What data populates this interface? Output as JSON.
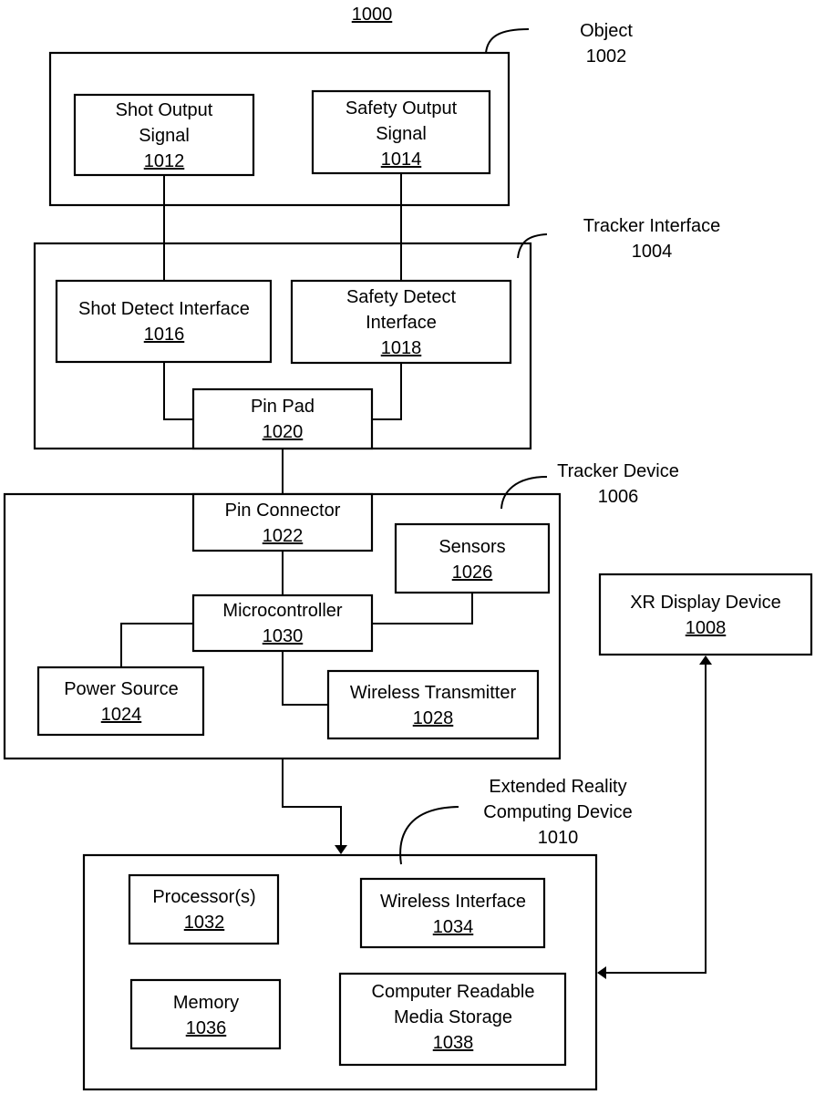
{
  "figure": {
    "number": "1000"
  },
  "containers": {
    "object": {
      "label": "Object",
      "number": "1002"
    },
    "tracker_interface": {
      "label": "Tracker Interface",
      "number": "1004"
    },
    "tracker_device": {
      "label": "Tracker Device",
      "number": "1006"
    },
    "xr_computing_device": {
      "label_line1": "Extended Reality",
      "label_line2": "Computing Device",
      "number": "1010"
    }
  },
  "blocks": {
    "shot_output_signal": {
      "line1": "Shot Output",
      "line2": "Signal",
      "number": "1012"
    },
    "safety_output_signal": {
      "line1": "Safety Output",
      "line2": "Signal",
      "number": "1014"
    },
    "shot_detect_interface": {
      "line1": "Shot Detect Interface",
      "number": "1016"
    },
    "safety_detect_interface": {
      "line1": "Safety Detect",
      "line2": "Interface",
      "number": "1018"
    },
    "pin_pad": {
      "line1": "Pin Pad",
      "number": "1020"
    },
    "pin_connector": {
      "line1": "Pin Connector",
      "number": "1022"
    },
    "power_source": {
      "line1": "Power Source",
      "number": "1024"
    },
    "sensors": {
      "line1": "Sensors",
      "number": "1026"
    },
    "wireless_transmitter": {
      "line1": "Wireless Transmitter",
      "number": "1028"
    },
    "microcontroller": {
      "line1": "Microcontroller",
      "number": "1030"
    },
    "xr_display_device": {
      "line1": "XR Display Device",
      "number": "1008"
    },
    "processors": {
      "line1": "Processor(s)",
      "number": "1032"
    },
    "wireless_interface": {
      "line1": "Wireless Interface",
      "number": "1034"
    },
    "memory": {
      "line1": "Memory",
      "number": "1036"
    },
    "crm_storage": {
      "line1": "Computer Readable",
      "line2": "Media Storage",
      "number": "1038"
    }
  },
  "connections": [
    {
      "from": "shot_output_signal",
      "to": "shot_detect_interface",
      "arrow": "none"
    },
    {
      "from": "safety_output_signal",
      "to": "safety_detect_interface",
      "arrow": "none"
    },
    {
      "from": "shot_detect_interface",
      "to": "pin_pad",
      "arrow": "none"
    },
    {
      "from": "safety_detect_interface",
      "to": "pin_pad",
      "arrow": "none"
    },
    {
      "from": "pin_pad",
      "to": "pin_connector",
      "arrow": "none"
    },
    {
      "from": "pin_connector",
      "to": "microcontroller",
      "arrow": "none"
    },
    {
      "from": "microcontroller",
      "to": "sensors",
      "arrow": "none"
    },
    {
      "from": "microcontroller",
      "to": "power_source",
      "arrow": "none"
    },
    {
      "from": "microcontroller",
      "to": "wireless_transmitter",
      "arrow": "none"
    },
    {
      "from": "tracker_device",
      "to": "xr_computing_device",
      "arrow": "forward"
    },
    {
      "from": "xr_computing_device",
      "to": "xr_display_device",
      "arrow": "both"
    }
  ]
}
